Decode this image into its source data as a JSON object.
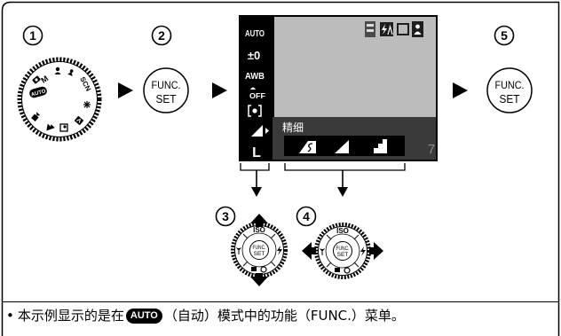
{
  "steps": {
    "s1": "1",
    "s2": "2",
    "s3": "3",
    "s4": "4",
    "s5": "5"
  },
  "mode_dial": {
    "manual_label": "M",
    "auto_label": "AUTO",
    "scene_label": "SCN",
    "icons": [
      "camera-icon",
      "portrait-icon",
      "kids-pets-icon",
      "fireworks-icon",
      "sports-icon",
      "night-icon",
      "landscape-icon",
      "movie-icon"
    ]
  },
  "func_set_button": {
    "line1": "FUNC.",
    "line2": "SET"
  },
  "lcd": {
    "side_menu": {
      "mode": "AUTO",
      "exposure": "±0",
      "white_balance": "AWB",
      "my_colors": "OFF",
      "resolution": "L"
    },
    "side_icons": [
      "metering-icon",
      "compression-icon"
    ],
    "selected_option_label": "精细",
    "shots_remaining": "7",
    "status_icons": [
      "flicker-icon",
      "flash-auto-icon",
      "display-frame-icon",
      "self-portrait-icon"
    ],
    "compression_options": [
      "superfine-icon",
      "fine-icon",
      "normal-icon"
    ]
  },
  "control_dial": {
    "top_label": "ISO",
    "center_line1": "FUNC.",
    "center_line2": "SET",
    "icons": [
      "flash-icon",
      "macro-icon",
      "continuous-icon",
      "self-timer-icon"
    ]
  },
  "colors": {
    "lcd_frame": "#000000",
    "lcd_image": "#bcbcbc",
    "lcd_lower_band": "#3a3a3a",
    "ink": "#000000"
  },
  "note": {
    "bullet": "•",
    "text_before": "本示例显示的是在",
    "mode_badge": "AUTO",
    "text_after": "（自动）模式中的功能（FUNC.）菜单。"
  }
}
